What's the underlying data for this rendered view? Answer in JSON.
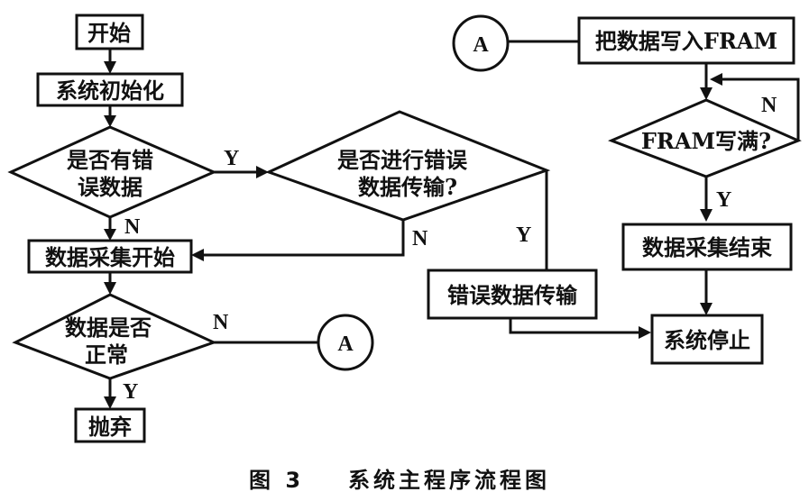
{
  "nodes": {
    "start": "开始",
    "init": "系统初始化",
    "has_error_l1": "是否有错",
    "has_error_l2": "误数据",
    "transmit_q_l1": "是否进行错误",
    "transmit_q_l2": "数据传输?",
    "collect_start": "数据采集开始",
    "normal_l1": "数据是否",
    "normal_l2": "正常",
    "discard": "抛弃",
    "connector_a": "A",
    "write_fram": "把数据写入FRAM",
    "fram_full": "FRAM写满?",
    "collect_end": "数据采集结束",
    "error_transmit": "错误数据传输",
    "system_stop": "系统停止"
  },
  "labels": {
    "y": "Y",
    "n": "N"
  },
  "caption": {
    "figure_no": "图 3",
    "title": "系统主程序流程图"
  }
}
